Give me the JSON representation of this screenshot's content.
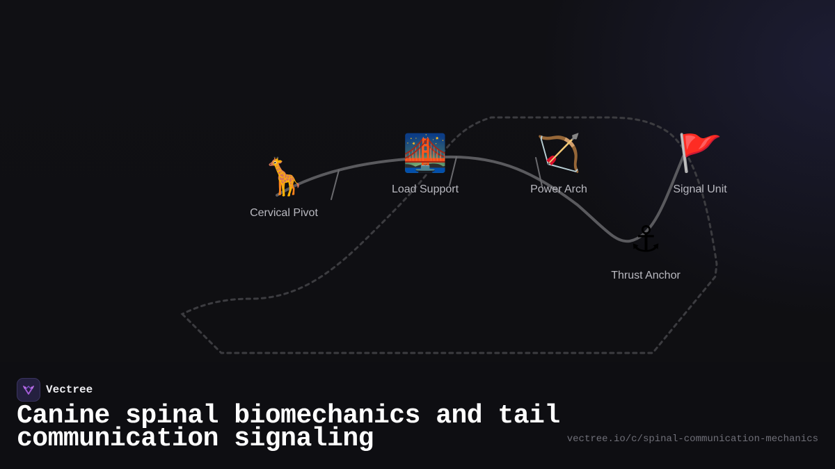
{
  "diagram": {
    "nodes": [
      {
        "id": "cervical-pivot",
        "label": "Cervical Pivot",
        "icon": "giraffe-icon",
        "glyph": "🦒"
      },
      {
        "id": "load-support",
        "label": "Load Support",
        "icon": "bridge-at-night-icon",
        "glyph": "🌉"
      },
      {
        "id": "power-arch",
        "label": "Power Arch",
        "icon": "bow-and-arrow-icon",
        "glyph": "🏹"
      },
      {
        "id": "thrust-anchor",
        "label": "Thrust Anchor",
        "icon": "anchor-icon",
        "glyph": "⚓"
      },
      {
        "id": "signal-unit",
        "label": "Signal Unit",
        "icon": "red-flag-icon",
        "glyph": "🚩"
      }
    ],
    "colors": {
      "background": "#101014",
      "spine_line": "#5a5a5e",
      "outline_dashes": "#3c3c40",
      "label": "#b9b9c0"
    }
  },
  "brand": {
    "name": "Vectree",
    "logo_icon": "vectree-logo-icon"
  },
  "title": "Canine spinal biomechanics and tail communication signaling",
  "url": "vectree.io/c/spinal-communication-mechanics"
}
